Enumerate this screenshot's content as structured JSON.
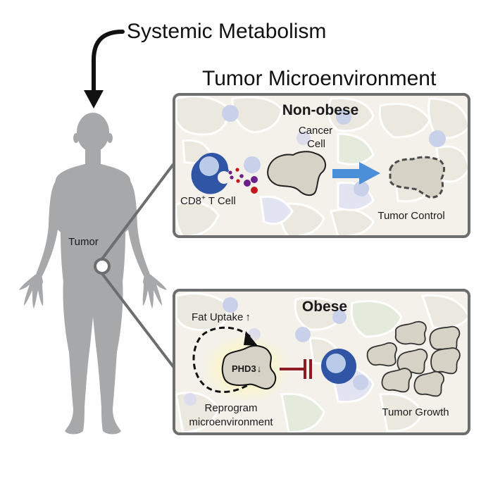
{
  "titles": {
    "systemic": "Systemic Metabolism",
    "tme": "Tumor Microenvironment"
  },
  "body": {
    "tumor_label": "Tumor"
  },
  "panels": {
    "non_obese": {
      "title": "Non-obese",
      "cancer_cell_line1": "Cancer",
      "cancer_cell_line2": "Cell",
      "tcell_label": "CD8",
      "tcell_sup": "+",
      "tcell_suffix": " T Cell",
      "outcome": "Tumor Control"
    },
    "obese": {
      "title": "Obese",
      "fat_uptake": "Fat Uptake",
      "fat_arrow": "↑",
      "phd3": "PHD3",
      "phd3_arrow": "↓",
      "reprogram_line1": "Reprogram",
      "reprogram_line2": "microenvironment",
      "outcome": "Tumor Growth"
    }
  },
  "colors": {
    "body_gray": "#a7a8aa",
    "panel_border": "#6d6e70",
    "panel_bg": "#f3f1ea",
    "tcell_blue": "#2f55a4",
    "tcell_nucleus": "#b9cbe8",
    "arrow_blue": "#4a8fd8",
    "inhibit_red": "#8e1b24",
    "cancer_fill": "#d7d2c6",
    "granule_purple": "#6a1f8a",
    "granule_red": "#c4161c"
  }
}
